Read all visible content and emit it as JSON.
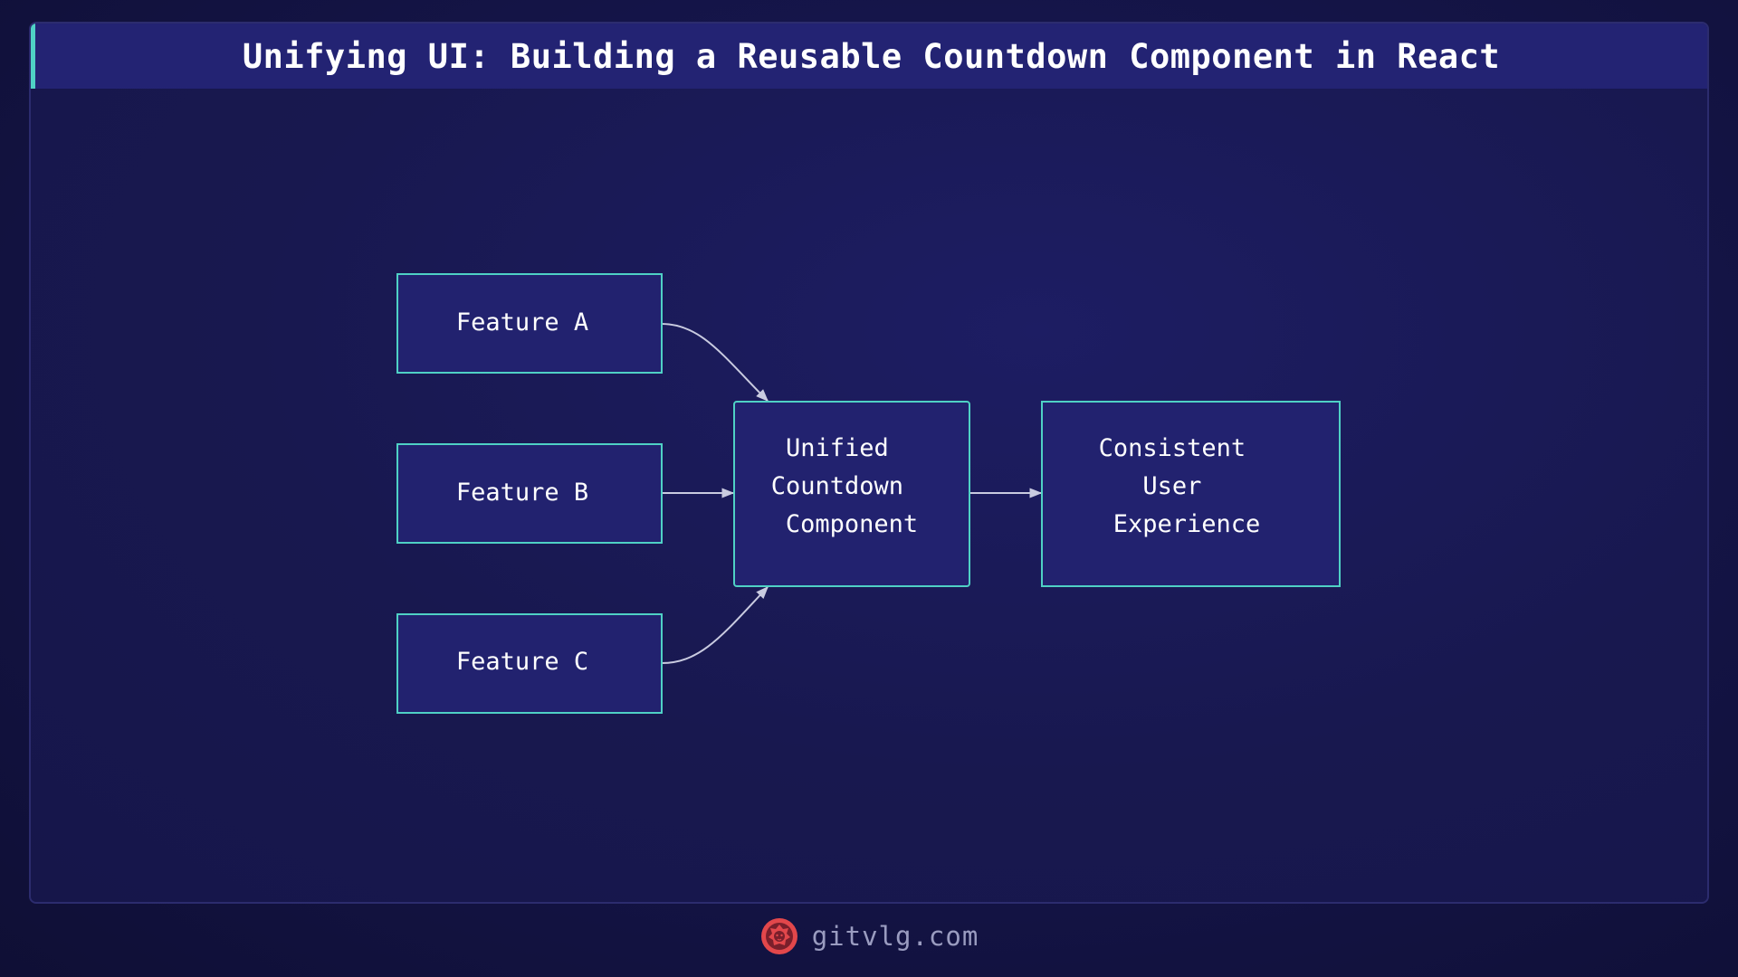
{
  "title": "Unifying UI: Building a Reusable Countdown Component in React",
  "diagram": {
    "nodes": {
      "feature_a": [
        "Feature A"
      ],
      "feature_b": [
        "Feature B"
      ],
      "feature_c": [
        "Feature C"
      ],
      "unified": [
        "Unified",
        "Countdown",
        "Component"
      ],
      "consistent": [
        "Consistent",
        "User",
        "Experience"
      ]
    }
  },
  "footer": {
    "site": "gitvlg.com"
  },
  "colors": {
    "node_fill": "#22226f",
    "node_border": "#4fd1c5",
    "edge": "#c9cbe0",
    "title_bar": "#232373",
    "accent": "#4fd1c5",
    "logo": "#e2474b"
  }
}
